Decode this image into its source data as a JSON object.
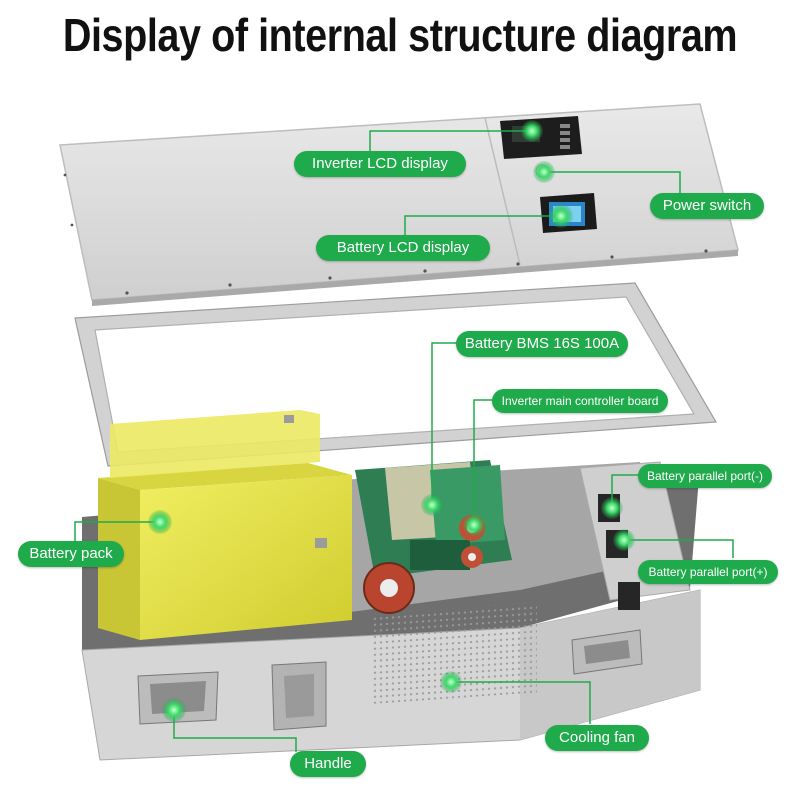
{
  "title": "Display of internal structure diagram",
  "colors": {
    "accent": "#1faa4c",
    "battery": "#e6e34a",
    "panel": "#d9d9d9"
  },
  "labels": {
    "inverter_lcd": "Inverter LCD display",
    "power_switch": "Power switch",
    "battery_lcd": "Battery LCD display",
    "bms": "Battery BMS 16S 100A",
    "controller": "Inverter main controller board",
    "parallel_neg": "Battery parallel port(-)",
    "battery_pack": "Battery pack",
    "parallel_pos": "Battery parallel port(+)",
    "cooling_fan": "Cooling fan",
    "handle": "Handle"
  }
}
